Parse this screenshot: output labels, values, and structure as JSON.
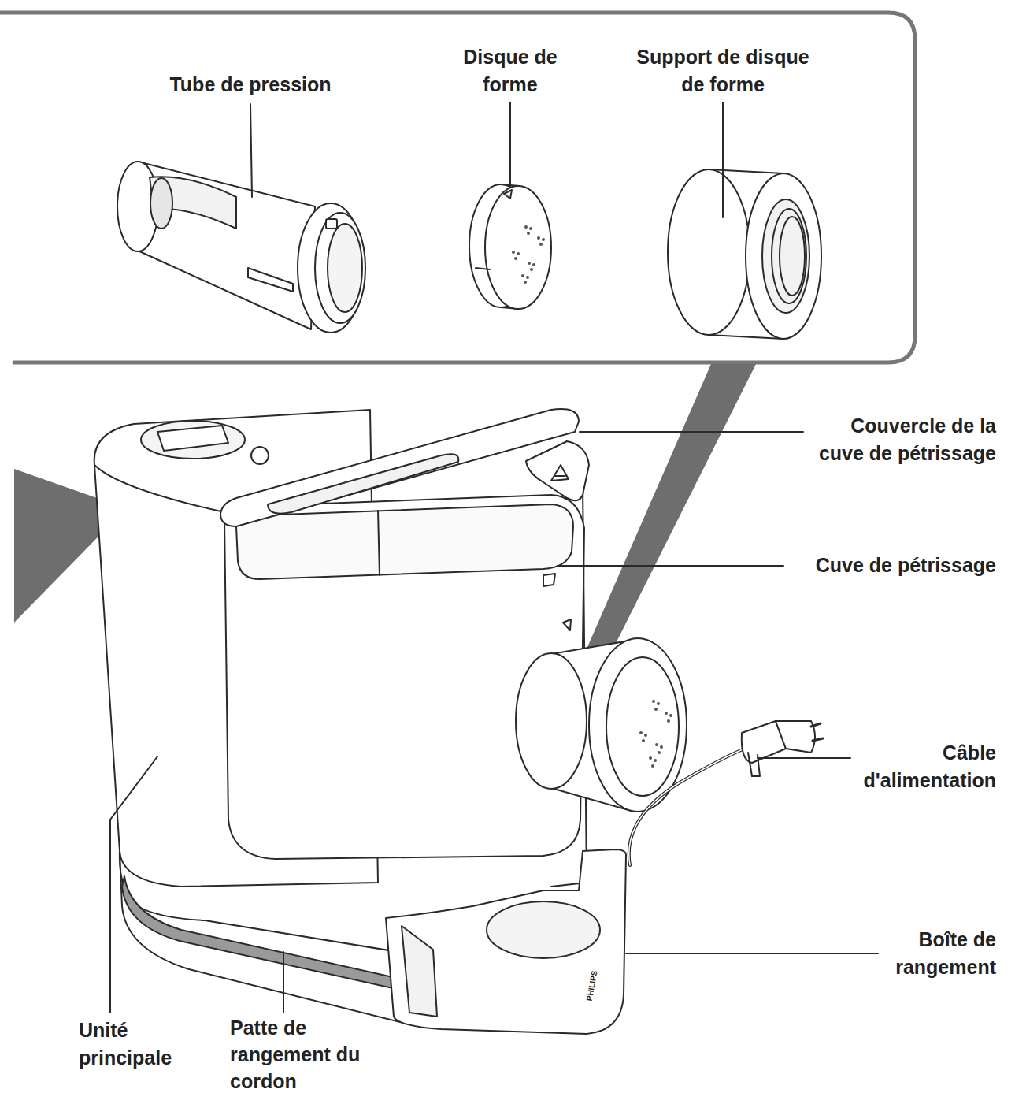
{
  "diagram": {
    "labels": [
      "Tube de pression",
      "Disque de forme",
      "Support de disque de forme",
      "Couvercle de la cuve de pétrissage",
      "Cuve de pétrissage",
      "Câble d'alimentation",
      "Boîte de rangement",
      "Unité principale",
      "Patte de rangement du cordon",
      "PHILIPS"
    ]
  }
}
